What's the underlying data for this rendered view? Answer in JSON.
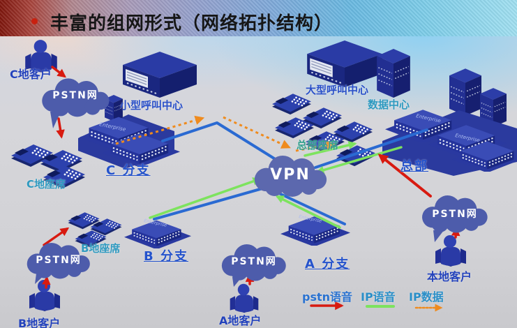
{
  "title": {
    "text": "丰富的组网形式（网络拓扑结构）"
  },
  "nodes": {
    "c_customer": {
      "label": "C地客户"
    },
    "pstn_c": {
      "label": "PSTN网"
    },
    "small_call_center": {
      "label": "小型呼叫中心"
    },
    "c_agents": {
      "label": "C地座席"
    },
    "c_branch": {
      "label": "C 分支"
    },
    "vpn": {
      "label": "VPN"
    },
    "large_call_center": {
      "label": "大型呼叫中心"
    },
    "hq_agents": {
      "label": "总部座席"
    },
    "data_center": {
      "label": "数据中心"
    },
    "hq": {
      "label": "总部"
    },
    "pstn_hq": {
      "label": "PSTN网"
    },
    "local_customer": {
      "label": "本地客户"
    },
    "b_agents": {
      "label": "B地座席"
    },
    "pstn_b": {
      "label": "PSTN网"
    },
    "b_customer": {
      "label": "B地客户"
    },
    "b_branch": {
      "label": "B 分支"
    },
    "pstn_a": {
      "label": "PSTN网"
    },
    "a_customer": {
      "label": "A地客户"
    },
    "a_branch": {
      "label": "A 分支"
    }
  },
  "legend": {
    "pstn_voice": "pstn语音",
    "ip_voice": "IP语音",
    "ip_data": "IP数据"
  },
  "building_text": "Enterprise",
  "colors": {
    "pstn_voice_arrow": "#d81a10",
    "ip_voice_line": "#7de35e",
    "ip_data_line": "#ef8b1e",
    "trunk_line": "#2a6ad2",
    "cloud": "#4d5cab",
    "vpn_cloud": "#5c68ae",
    "device_navy": "#1a2780",
    "label_blue": "#2a50c8",
    "label_teal": "#2f9ac0"
  }
}
